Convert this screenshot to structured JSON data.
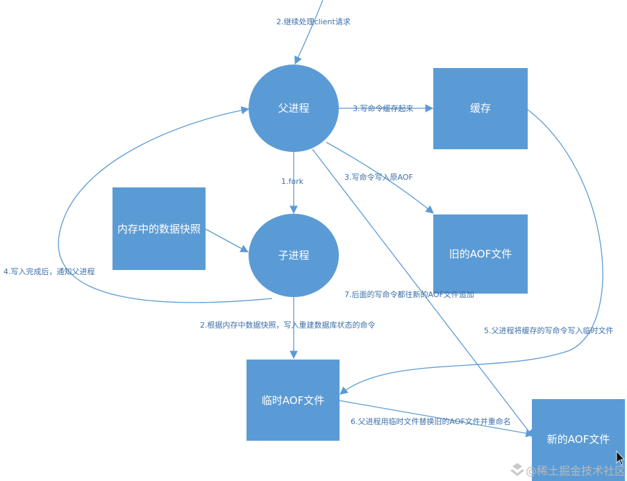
{
  "nodes": {
    "parent": "父进程",
    "cache": "缓存",
    "snapshot": "内存中的数据快照",
    "child": "子进程",
    "old_aof": "旧的AOF文件",
    "temp_aof": "临时AOF文件",
    "new_aof": "新的AOF文件"
  },
  "edges": {
    "e2_top": "2.继续处理client请求",
    "e3_cache": "3.写命令缓存起来",
    "e1_fork": "1.fork",
    "e3_old": "3.写命令写入原AOF",
    "e4_notify": "4.写入完成后，通知父进程",
    "e7_append": "7.后面的写命令都往新的AOF文件追加",
    "e2_rebuild": "2.根据内存中数据快照，写入重建数据库状态的命令",
    "e5_write": "5.父进程将缓存的写命令写入临时文件",
    "e6_rename": "6.父进程用临时文件替换旧的AOF文件并重命名"
  },
  "watermark": "@稀土掘金技术社区",
  "colors": {
    "node_fill": "#5b9bd5",
    "line": "#5b9bd5",
    "label": "#3d6fa8",
    "node_text": "#ffffff"
  }
}
